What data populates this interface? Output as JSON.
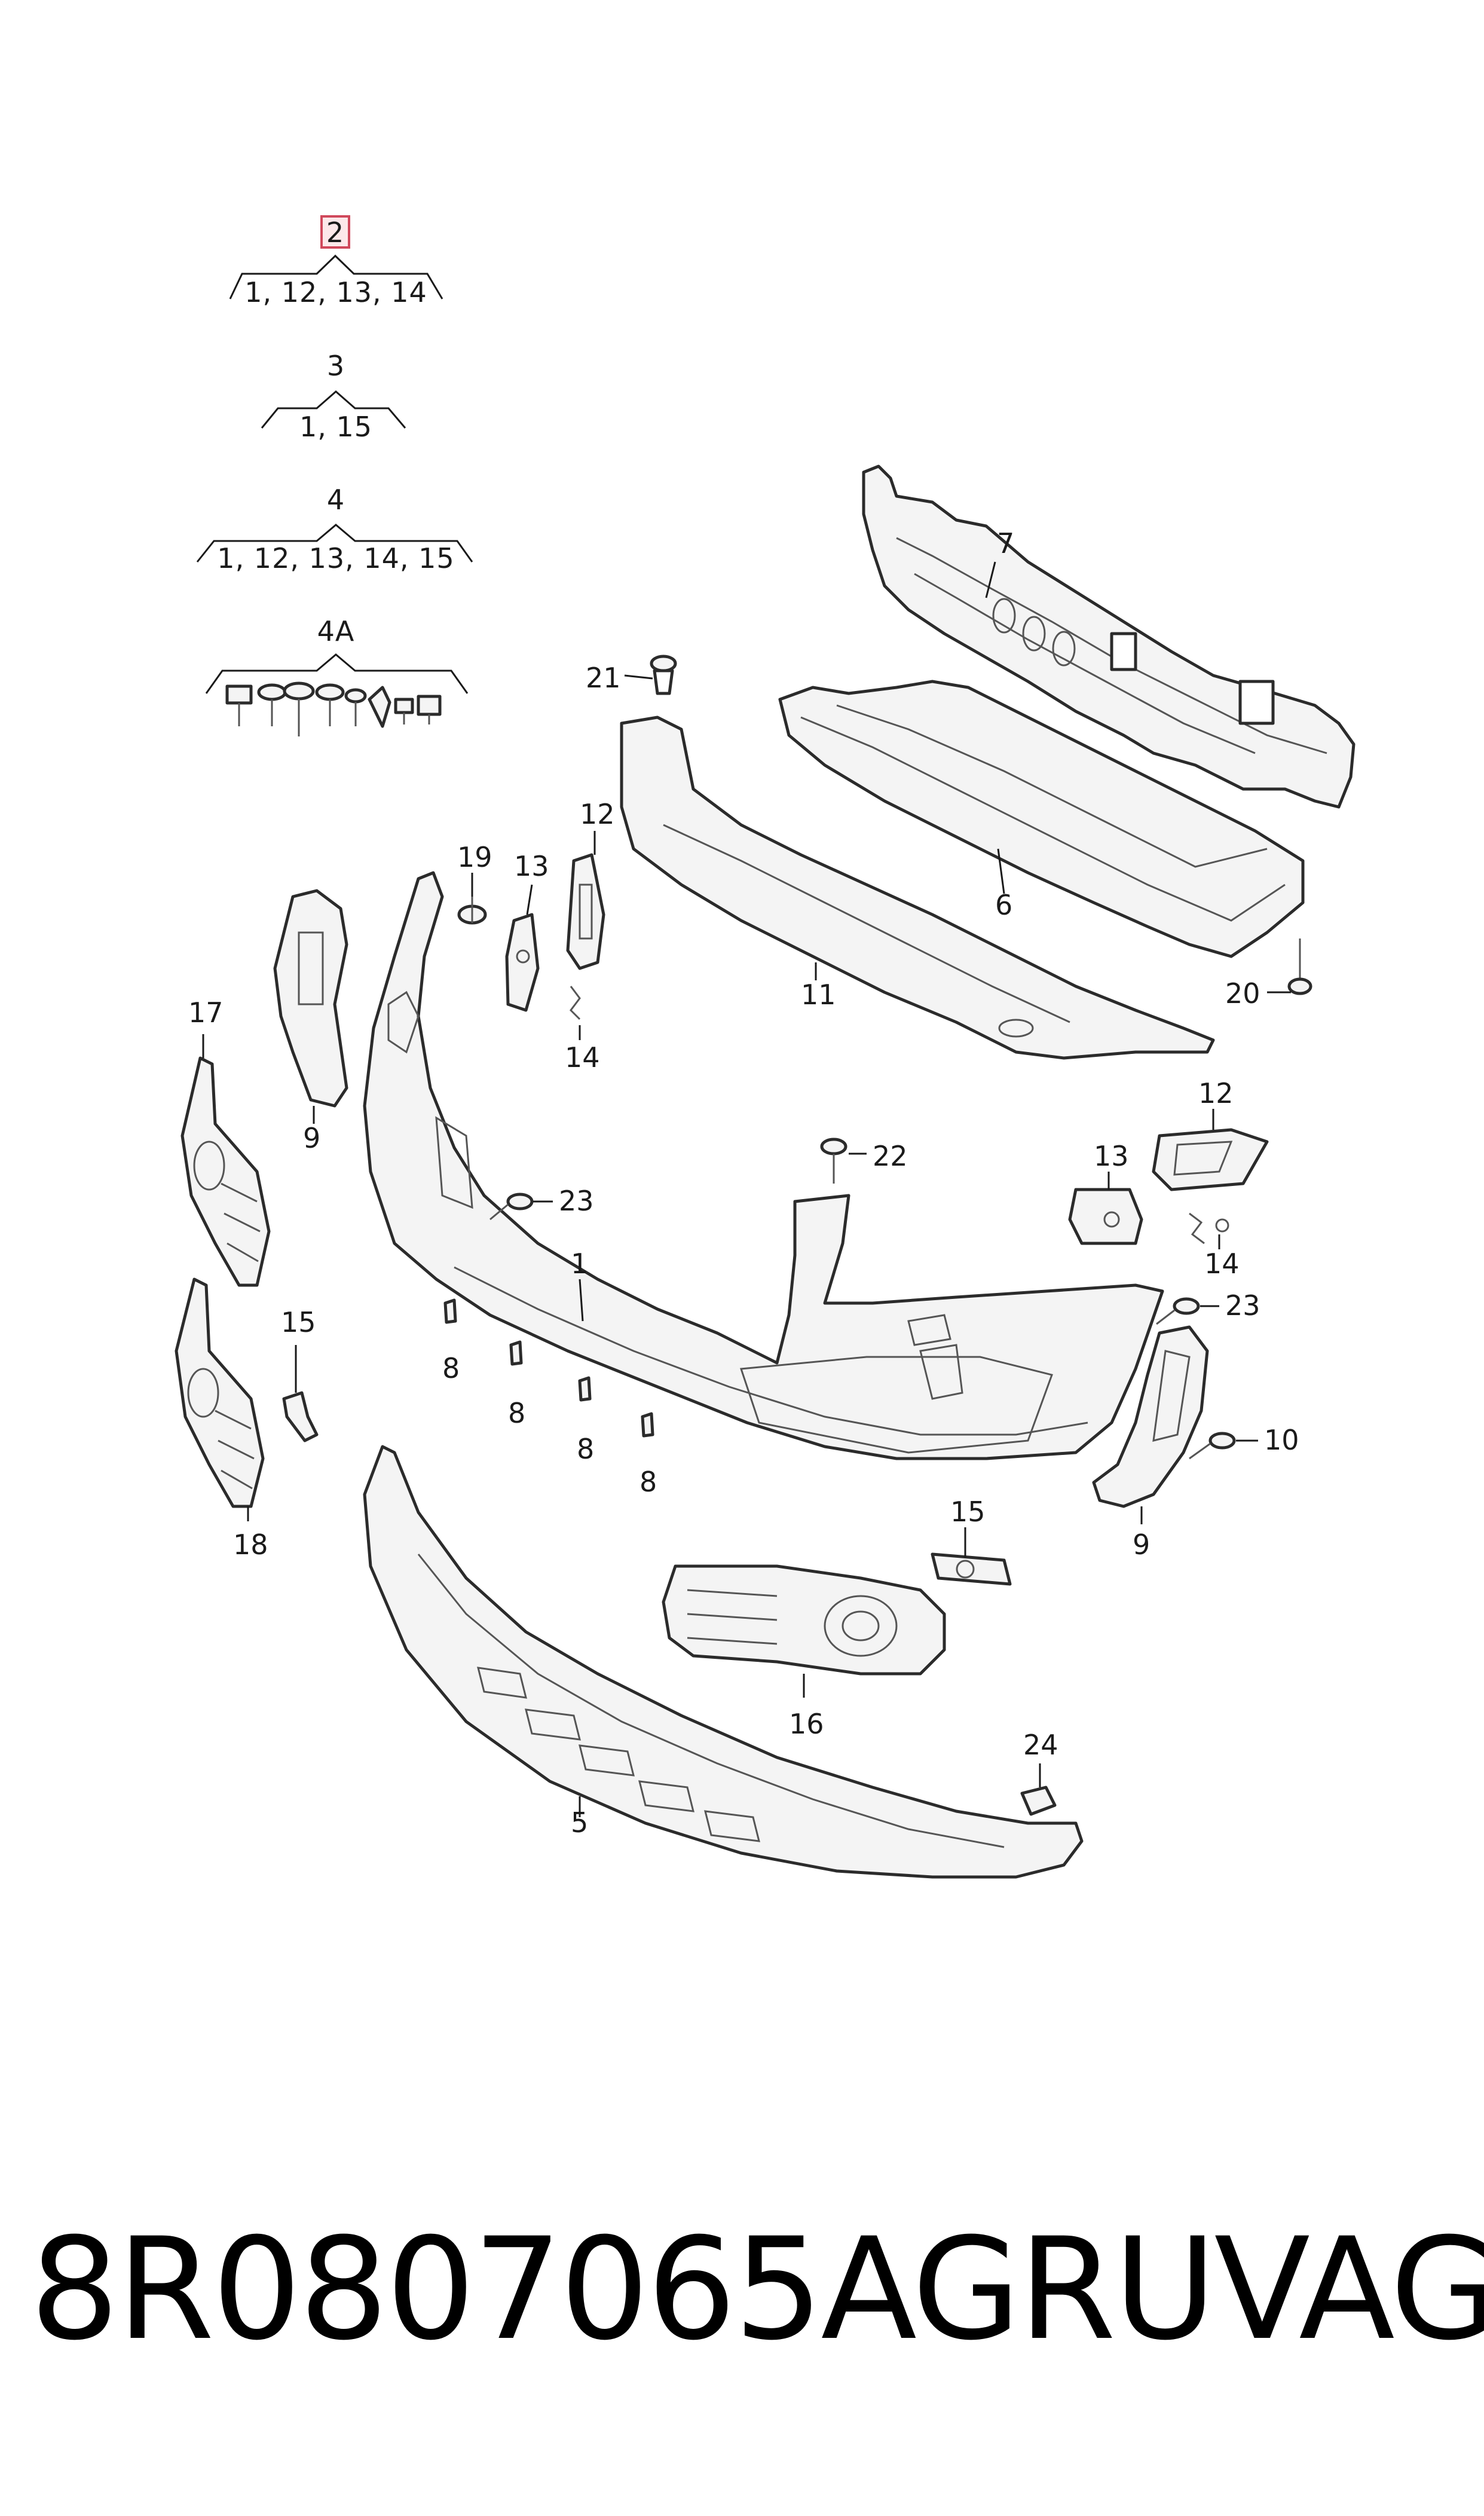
{
  "assembly_tree": [
    {
      "parent": "2",
      "children": "1, 12, 13, 14",
      "highlighted": true
    },
    {
      "parent": "3",
      "children": "1, 15",
      "highlighted": false
    },
    {
      "parent": "4",
      "children": "1, 12, 13, 14, 15",
      "highlighted": false
    },
    {
      "parent": "4A",
      "children": "",
      "highlighted": false
    }
  ],
  "callouts": {
    "c1": "1",
    "c5": "5",
    "c6": "6",
    "c7": "7",
    "c8a": "8",
    "c8b": "8",
    "c8c": "8",
    "c8d": "8",
    "c9l": "9",
    "c9r": "9",
    "c10": "10",
    "c11": "11",
    "c12l": "12",
    "c12r": "12",
    "c13l": "13",
    "c13r": "13",
    "c14l": "14",
    "c14r": "14",
    "c15l": "15",
    "c15r": "15",
    "c16": "16",
    "c17": "17",
    "c18": "18",
    "c19": "19",
    "c20": "20",
    "c21": "21",
    "c22": "22",
    "c23l": "23",
    "c23r": "23",
    "c24": "24"
  },
  "footer": {
    "part_number": "8R0807065AGRU",
    "brand": "VAG"
  },
  "colors": {
    "highlight_stroke": "#d0485b",
    "line": "#2b2b2b"
  }
}
